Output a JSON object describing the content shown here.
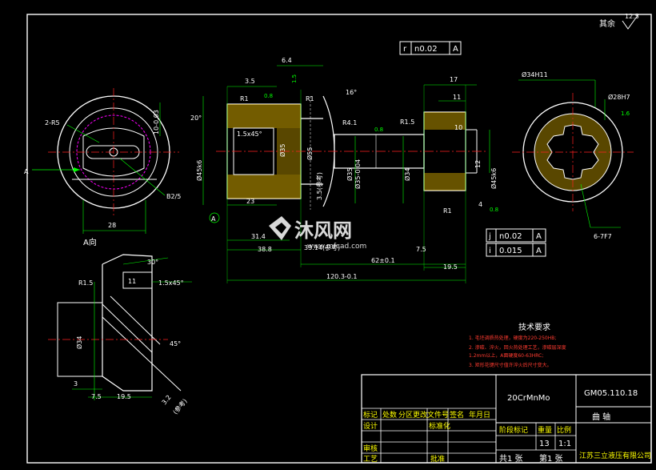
{
  "colors": {
    "background": "#000000",
    "outline": "#ffffff",
    "dimension": "#00ff00",
    "center_line": "#ff2020",
    "section_hatch": "#ffcc00",
    "title_block": "#ffff00",
    "notes": "#ff3b30",
    "accent": "#ff00ff"
  },
  "surface_finish": {
    "label": "其余",
    "value": "12.5"
  },
  "labels": {
    "section_a": "A",
    "view_a": "A向",
    "section_mark": "A"
  },
  "left_view": {
    "dims": [
      "2-R5",
      "10-0.03",
      "B2/5",
      "28"
    ]
  },
  "main_view": {
    "dims": [
      "6.4",
      "3.5",
      "1.5",
      "R1",
      "0.8",
      "16°",
      "R1",
      "20°",
      "1.5x45°",
      "Ø45k6",
      "Ø35",
      "23",
      "Ø55",
      "3.5(参考)",
      "R4.1",
      "0.8",
      "R1.5",
      "17",
      "11",
      "10",
      "Ø35",
      "Ø34",
      "12",
      "Ø45k6",
      "R1",
      "4",
      "0.8",
      "31.4",
      "38.8",
      "33.14(参考)",
      "7.5",
      "62±0.1",
      "19.5",
      "120.3-0.1",
      "Ø35-0.04"
    ],
    "tolerance_frames": [
      {
        "symbol": "r",
        "value": "n0.02",
        "datum": "A"
      },
      {
        "symbol": "j",
        "value": "n0.02",
        "datum": "A"
      },
      {
        "symbol": "i",
        "value": "0.015",
        "datum": "A"
      }
    ]
  },
  "right_view": {
    "dims": [
      "Ø34H11",
      "Ø28H7",
      "1.6",
      "6-7F7"
    ]
  },
  "detail_view": {
    "dims": [
      "30°",
      "R1.5",
      "11",
      "1.5x45°",
      "45°",
      "Ø34",
      "3",
      "7.5",
      "19.5",
      "3.2",
      "(参考)"
    ]
  },
  "watermark": {
    "brand": "沐风网",
    "url": "www.mfcad.com"
  },
  "notes": {
    "title": "技术要求",
    "items": [
      "1. 毛坯调质热处理，硬度为220-250HB;",
      "2. 渗碳、淬火，回火热处理工艺，渗碳层深度",
      "   1.2mm以上，A面硬度60-63HRC;",
      "3. 矩形花键尺寸值许淬火后尺寸变大。"
    ]
  },
  "title_block": {
    "material": "20CrMnMo",
    "drawing_no": "GM05.110.18",
    "part_name": "曲    轴",
    "company": "江苏三立液压有限公司",
    "row_labels": [
      "标记",
      "处数",
      "分区",
      "更改文件号",
      "签名",
      "年月日"
    ],
    "design": "设计",
    "standardization": "标准化",
    "review": "审核",
    "process": "工艺",
    "approve": "批准",
    "stage_mark": "阶段标记",
    "weight": "重量",
    "scale": "比例",
    "scale_value": "1:1",
    "weight_value": "13",
    "sheets_total": "共1  张",
    "sheet_no": "第1  张"
  }
}
